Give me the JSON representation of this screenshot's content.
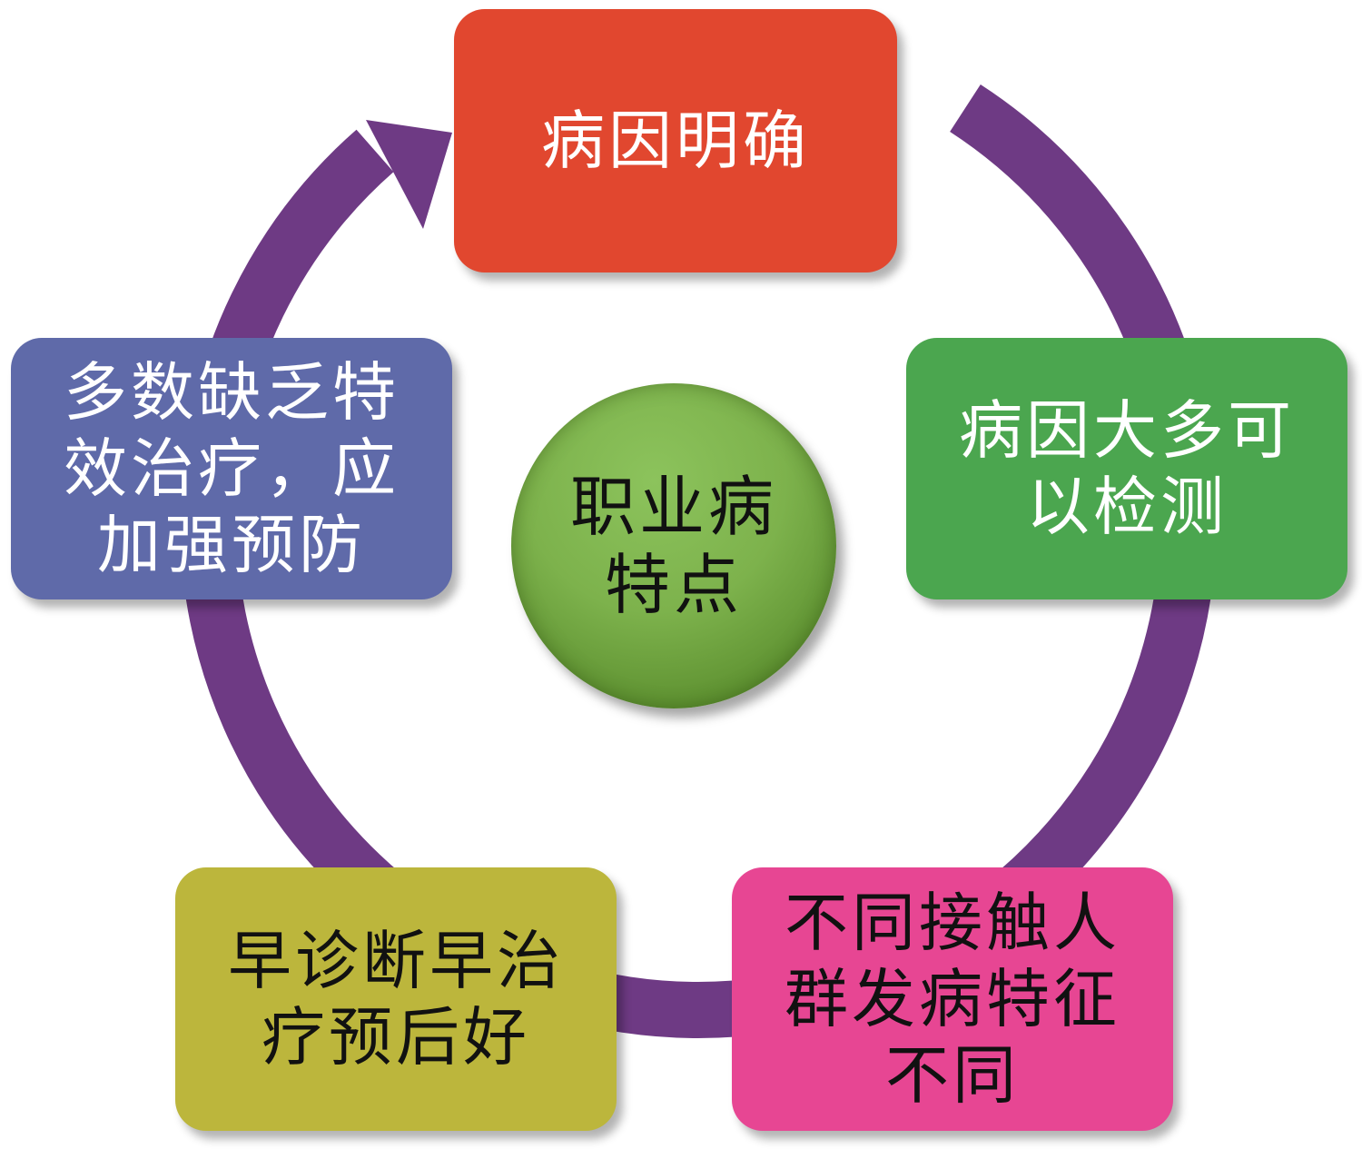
{
  "colors": {
    "ring": "#6e3a84",
    "top_box": "#e1472f",
    "right_box": "#4ba64f",
    "bottom_right_box": "#e74693",
    "bottom_left_box": "#bcb63c",
    "left_box": "#5f6aa9",
    "center_circle": "#7db24c"
  },
  "center": {
    "lines": [
      "职业病",
      "特点"
    ]
  },
  "boxes": {
    "top": {
      "lines": [
        "病因明确"
      ]
    },
    "right": {
      "lines": [
        "病因大多可",
        "以检测"
      ]
    },
    "bottom_right": {
      "lines": [
        "不同接触人",
        "群发病特征",
        "不同"
      ]
    },
    "bottom_left": {
      "lines": [
        "早诊断早治",
        "疗预后好"
      ]
    },
    "left": {
      "lines": [
        "多数缺乏特",
        "效治疗，应",
        "加强预防"
      ]
    }
  }
}
